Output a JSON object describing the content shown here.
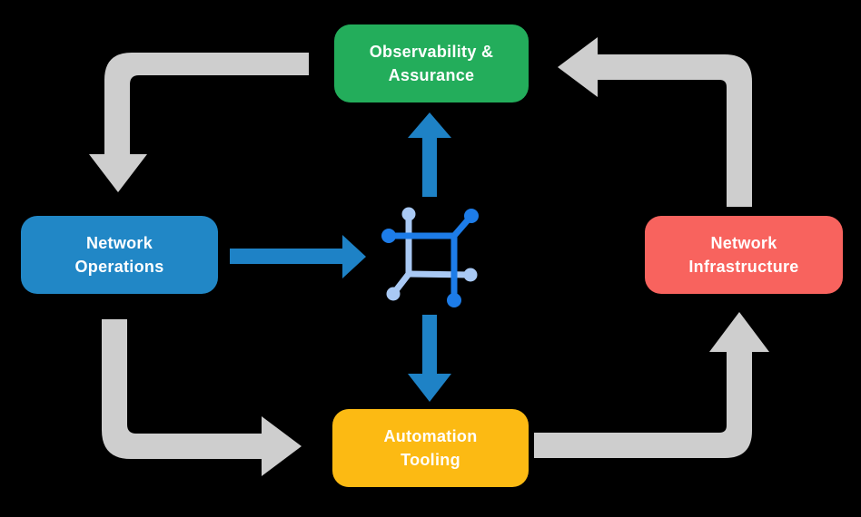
{
  "nodes": {
    "observability": {
      "lines": [
        "Observability &",
        "Assurance"
      ],
      "color": "#23ad5b"
    },
    "operations": {
      "lines": [
        "Network",
        "Operations"
      ],
      "color": "#2187c6"
    },
    "infrastructure": {
      "lines": [
        "Network",
        "Infrastructure"
      ],
      "color": "#f8635e"
    },
    "automation": {
      "lines": [
        "Automation",
        "Tooling"
      ],
      "color": "#fcba13"
    }
  },
  "colors": {
    "background": "#000000",
    "text": "#ffffff",
    "cycle_arrow": "#cecece",
    "flow_arrow": "#1e82c6",
    "icon_dark_blue": "#1d7ce8",
    "icon_light_blue": "#a9c9f4"
  },
  "icons": {
    "center": "network-automation-icon"
  },
  "cycle_arrows": [
    {
      "from": "Observability & Assurance",
      "to": "Network Operations"
    },
    {
      "from": "Network Operations",
      "to": "Automation Tooling"
    },
    {
      "from": "Automation Tooling",
      "to": "Network Infrastructure"
    },
    {
      "from": "Network Infrastructure",
      "to": "Observability & Assurance"
    }
  ],
  "flow_arrows": [
    {
      "from": "Network Operations",
      "to": "network-automation-icon"
    },
    {
      "from": "network-automation-icon",
      "to": "Observability & Assurance"
    },
    {
      "from": "network-automation-icon",
      "to": "Automation Tooling"
    }
  ]
}
